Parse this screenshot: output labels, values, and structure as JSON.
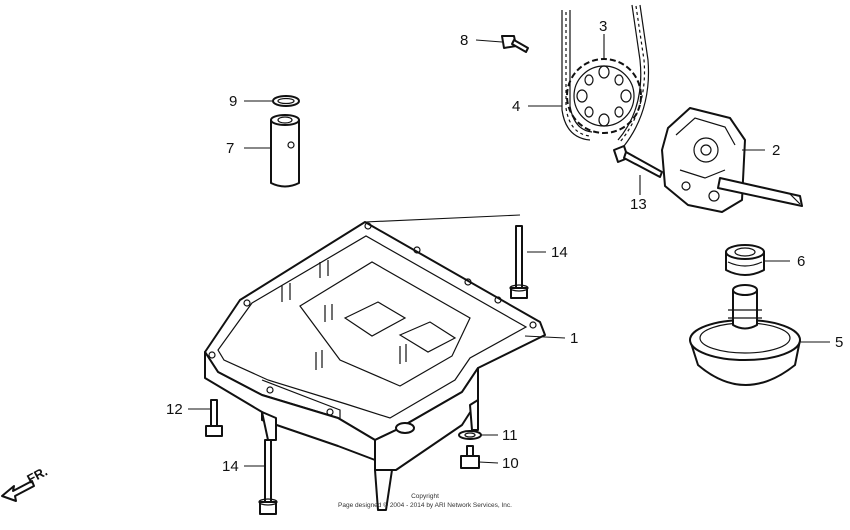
{
  "diagram": {
    "direction_label": "FR.",
    "copyright_line1": "Copyright",
    "copyright_line2": "Page designed © 2004 - 2014 by ARI Network Services, Inc.",
    "callouts": [
      {
        "id": "1",
        "part": "oil-pan"
      },
      {
        "id": "2",
        "part": "oil-pump"
      },
      {
        "id": "3",
        "part": "pump-sprocket"
      },
      {
        "id": "4",
        "part": "chain"
      },
      {
        "id": "5",
        "part": "oil-strainer"
      },
      {
        "id": "6",
        "part": "strainer-seal"
      },
      {
        "id": "7",
        "part": "relief-valve"
      },
      {
        "id": "8",
        "part": "sprocket-bolt"
      },
      {
        "id": "9",
        "part": "o-ring"
      },
      {
        "id": "10",
        "part": "drain-bolt"
      },
      {
        "id": "11",
        "part": "sealing-washer"
      },
      {
        "id": "12",
        "part": "pan-bolt"
      },
      {
        "id": "13",
        "part": "pump-bolt"
      },
      {
        "id": "14",
        "part": "long-pan-bolt"
      }
    ]
  }
}
